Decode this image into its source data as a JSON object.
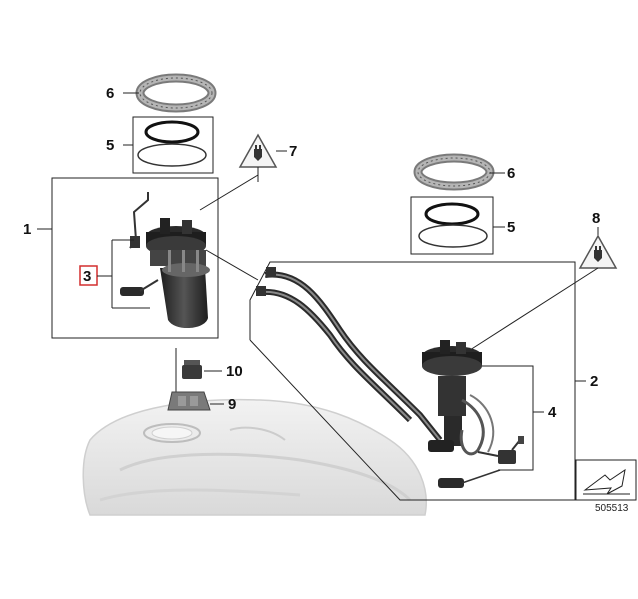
{
  "callouts": {
    "c1": "1",
    "c2": "2",
    "c3": "3",
    "c4": "4",
    "c5_left": "5",
    "c5_right": "5",
    "c6_left": "6",
    "c6_right": "6",
    "c7": "7",
    "c8": "8",
    "c9": "9",
    "c10": "10"
  },
  "diagram_number": "505513",
  "colors": {
    "line": "#222222",
    "part_dark": "#2a2a2a",
    "part_mid": "#6b6b6b",
    "tank": "#e6e6e6",
    "highlight": "#d32f2f"
  }
}
